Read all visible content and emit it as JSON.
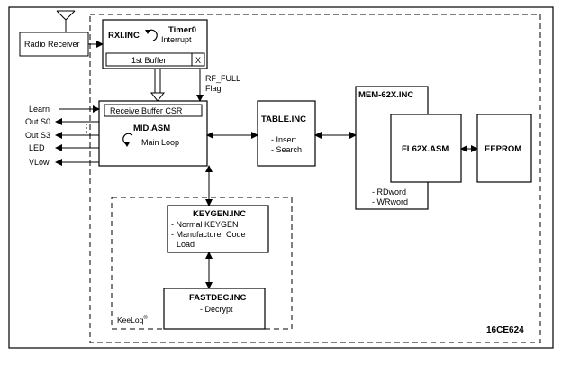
{
  "inputs": {
    "radio_receiver": "Radio Receiver",
    "learn": "Learn",
    "out_s0": "Out S0",
    "out_s3": "Out S3",
    "led": "LED",
    "vlow": "VLow"
  },
  "rxi": {
    "title": "RXI.INC",
    "timer": "Timer0",
    "interrupt": "Interrupt",
    "buffer": "1st Buffer",
    "buffer_flag": "X"
  },
  "rf_full": {
    "line1": "RF_FULL",
    "line2": "Flag"
  },
  "mid": {
    "buffer_csr": "Receive Buffer CSR",
    "title": "MID.ASM",
    "loop": "Main Loop"
  },
  "table": {
    "title": "TABLE.INC",
    "item1": "- Insert",
    "item2": "- Search"
  },
  "mem": {
    "title": "MEM-62X.INC",
    "item1": "- RDword",
    "item2": "- WRword"
  },
  "fl62x": {
    "title": "FL62X.ASM"
  },
  "eeprom": {
    "title": "EEPROM"
  },
  "keygen": {
    "title": "KEYGEN.INC",
    "item1": "- Normal KEYGEN",
    "item2": "- Manufacturer Code",
    "item3": "Load"
  },
  "fastdec": {
    "title": "FASTDEC.INC",
    "item1": "- Decrypt"
  },
  "keeloq": {
    "label": "KeeLoq",
    "reg": "®"
  },
  "chip": {
    "label": "16CE624"
  }
}
